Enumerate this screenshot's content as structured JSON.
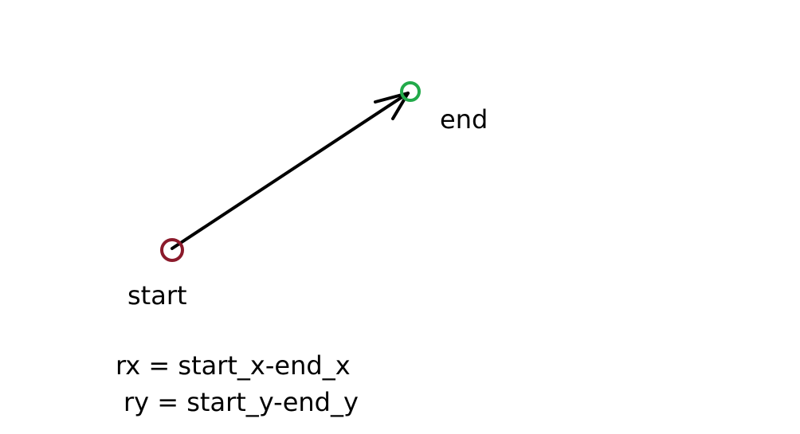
{
  "labels": {
    "end": "end",
    "start": "start"
  },
  "formulas": {
    "rx": "rx = start_x-end_x",
    "ry": "ry = start_y-end_y"
  },
  "colors": {
    "start_point": "#8b1a2b",
    "end_point": "#22aa4a",
    "arrow": "#000000",
    "text": "#000000",
    "background": "#ffffff"
  },
  "icons": {
    "start_marker": "circle-outline",
    "end_marker": "circle-outline",
    "vector": "arrow"
  }
}
